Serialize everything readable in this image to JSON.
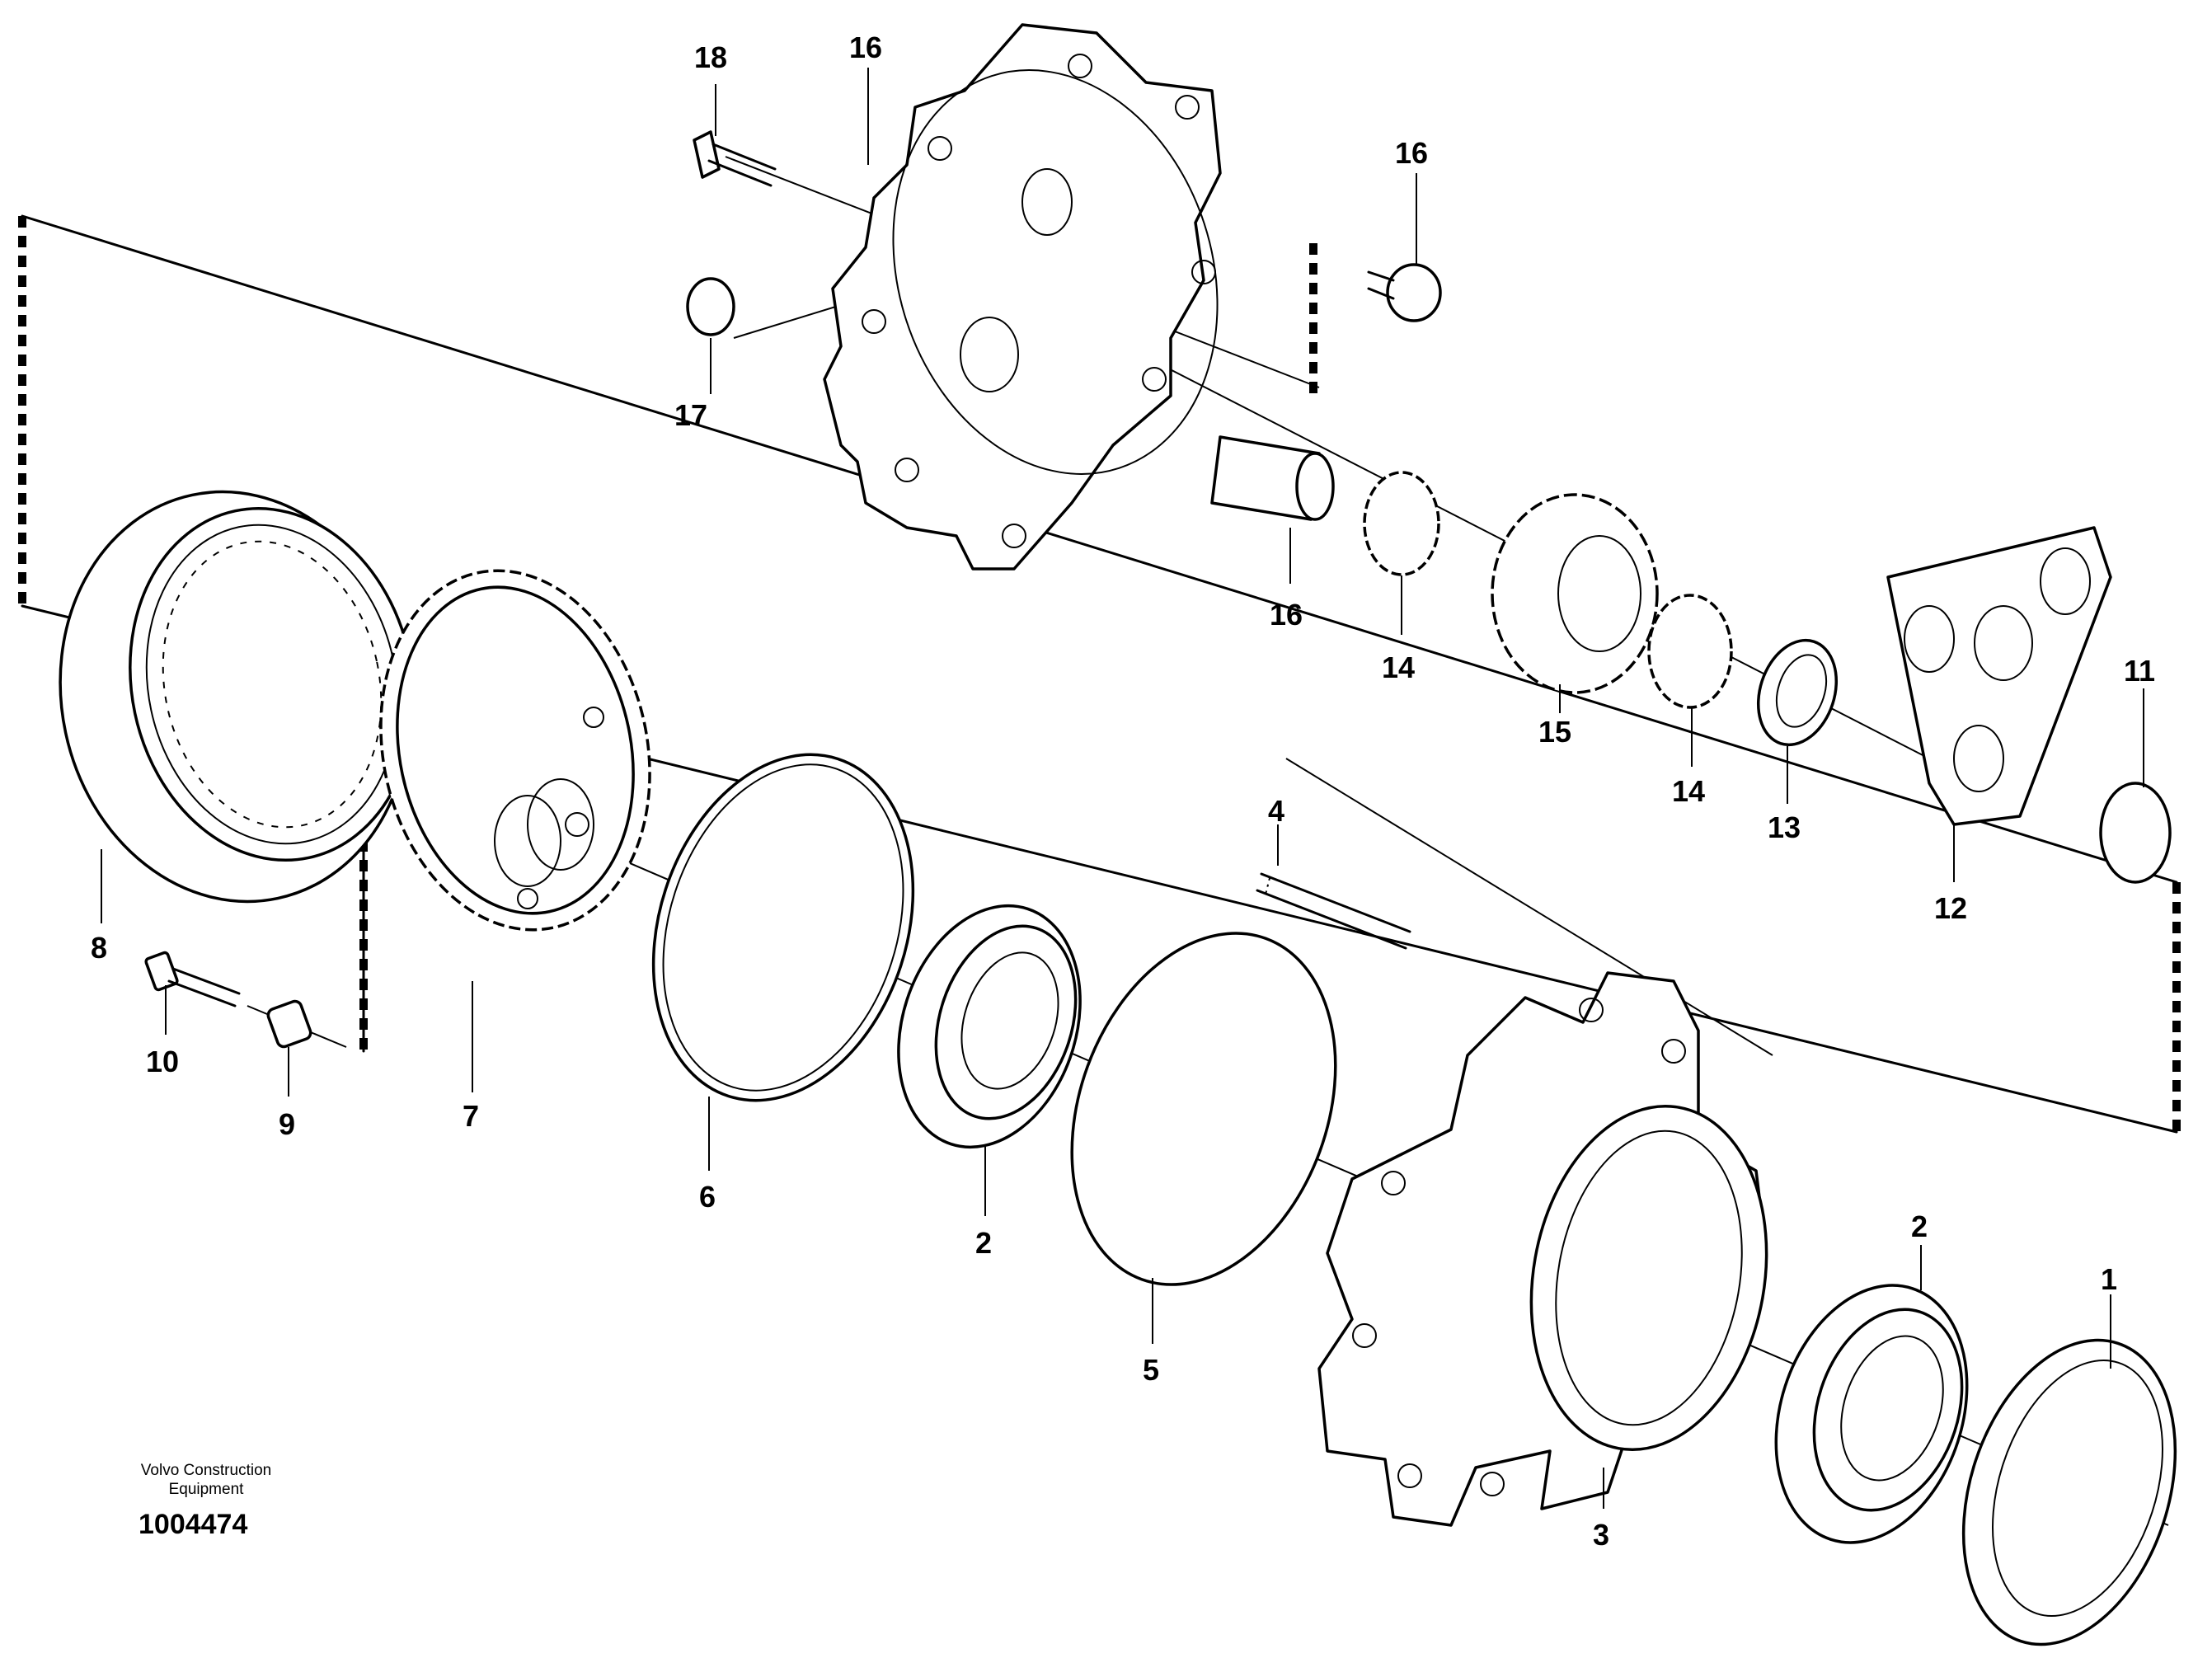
{
  "diagram": {
    "brand_line1": "Volvo Construction",
    "brand_line2": "Equipment",
    "document_number": "1004474",
    "callouts": {
      "c1": "1",
      "c2a": "2",
      "c2b": "2",
      "c3": "3",
      "c4": "4",
      "c5": "5",
      "c6": "6",
      "c7": "7",
      "c8": "8",
      "c9": "9",
      "c10": "10",
      "c11": "11",
      "c12": "12",
      "c13": "13",
      "c14a": "14",
      "c14b": "14",
      "c15": "15",
      "c16a": "16",
      "c16b": "16",
      "c16c": "16",
      "c17": "17",
      "c18": "18"
    }
  }
}
